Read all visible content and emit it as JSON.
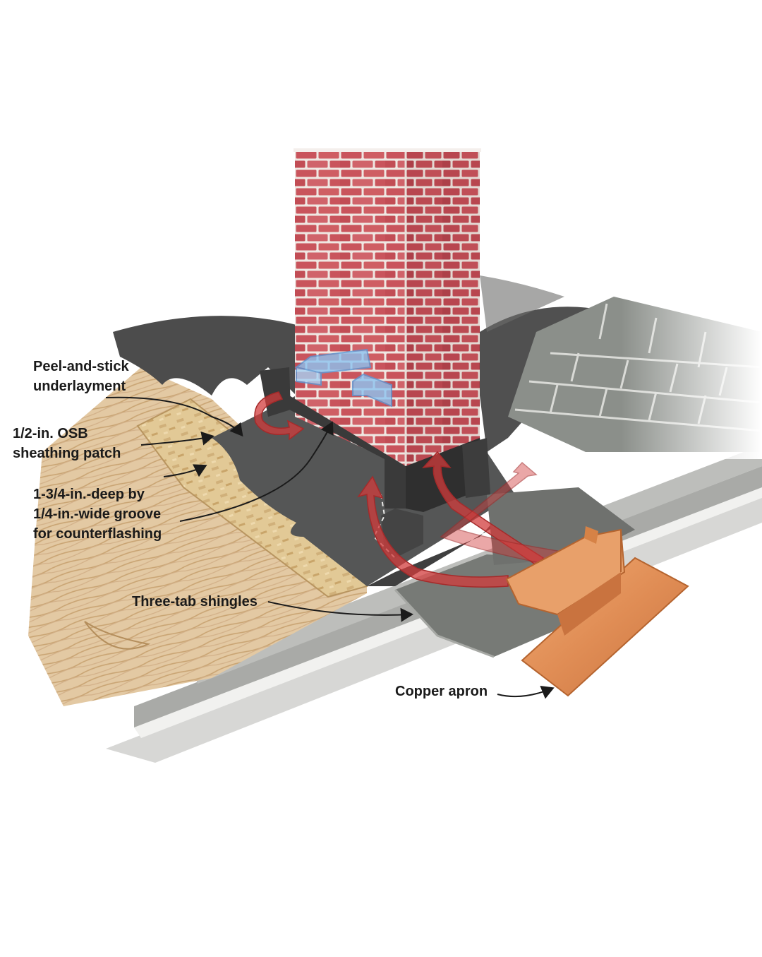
{
  "labels": {
    "underlayment": [
      "Peel-and-stick",
      "underlayment"
    ],
    "osb": [
      "1/2-in. OSB",
      "sheathing patch"
    ],
    "groove": [
      "1-3/4-in.-deep by",
      "1/4-in.-wide groove",
      "for counterflashing"
    ],
    "shingles": "Three-tab shingles",
    "apron": "Copper apron"
  },
  "colors": {
    "brick": "#c8535a",
    "mortar": "#efe7e2",
    "membrane": "#4a4a4a",
    "plywood": "#d9b98a",
    "shingle": "#8c8f8a",
    "copper": "#e0925a",
    "arrow": "#d23c3c",
    "bracket": "#7fb5e6"
  }
}
